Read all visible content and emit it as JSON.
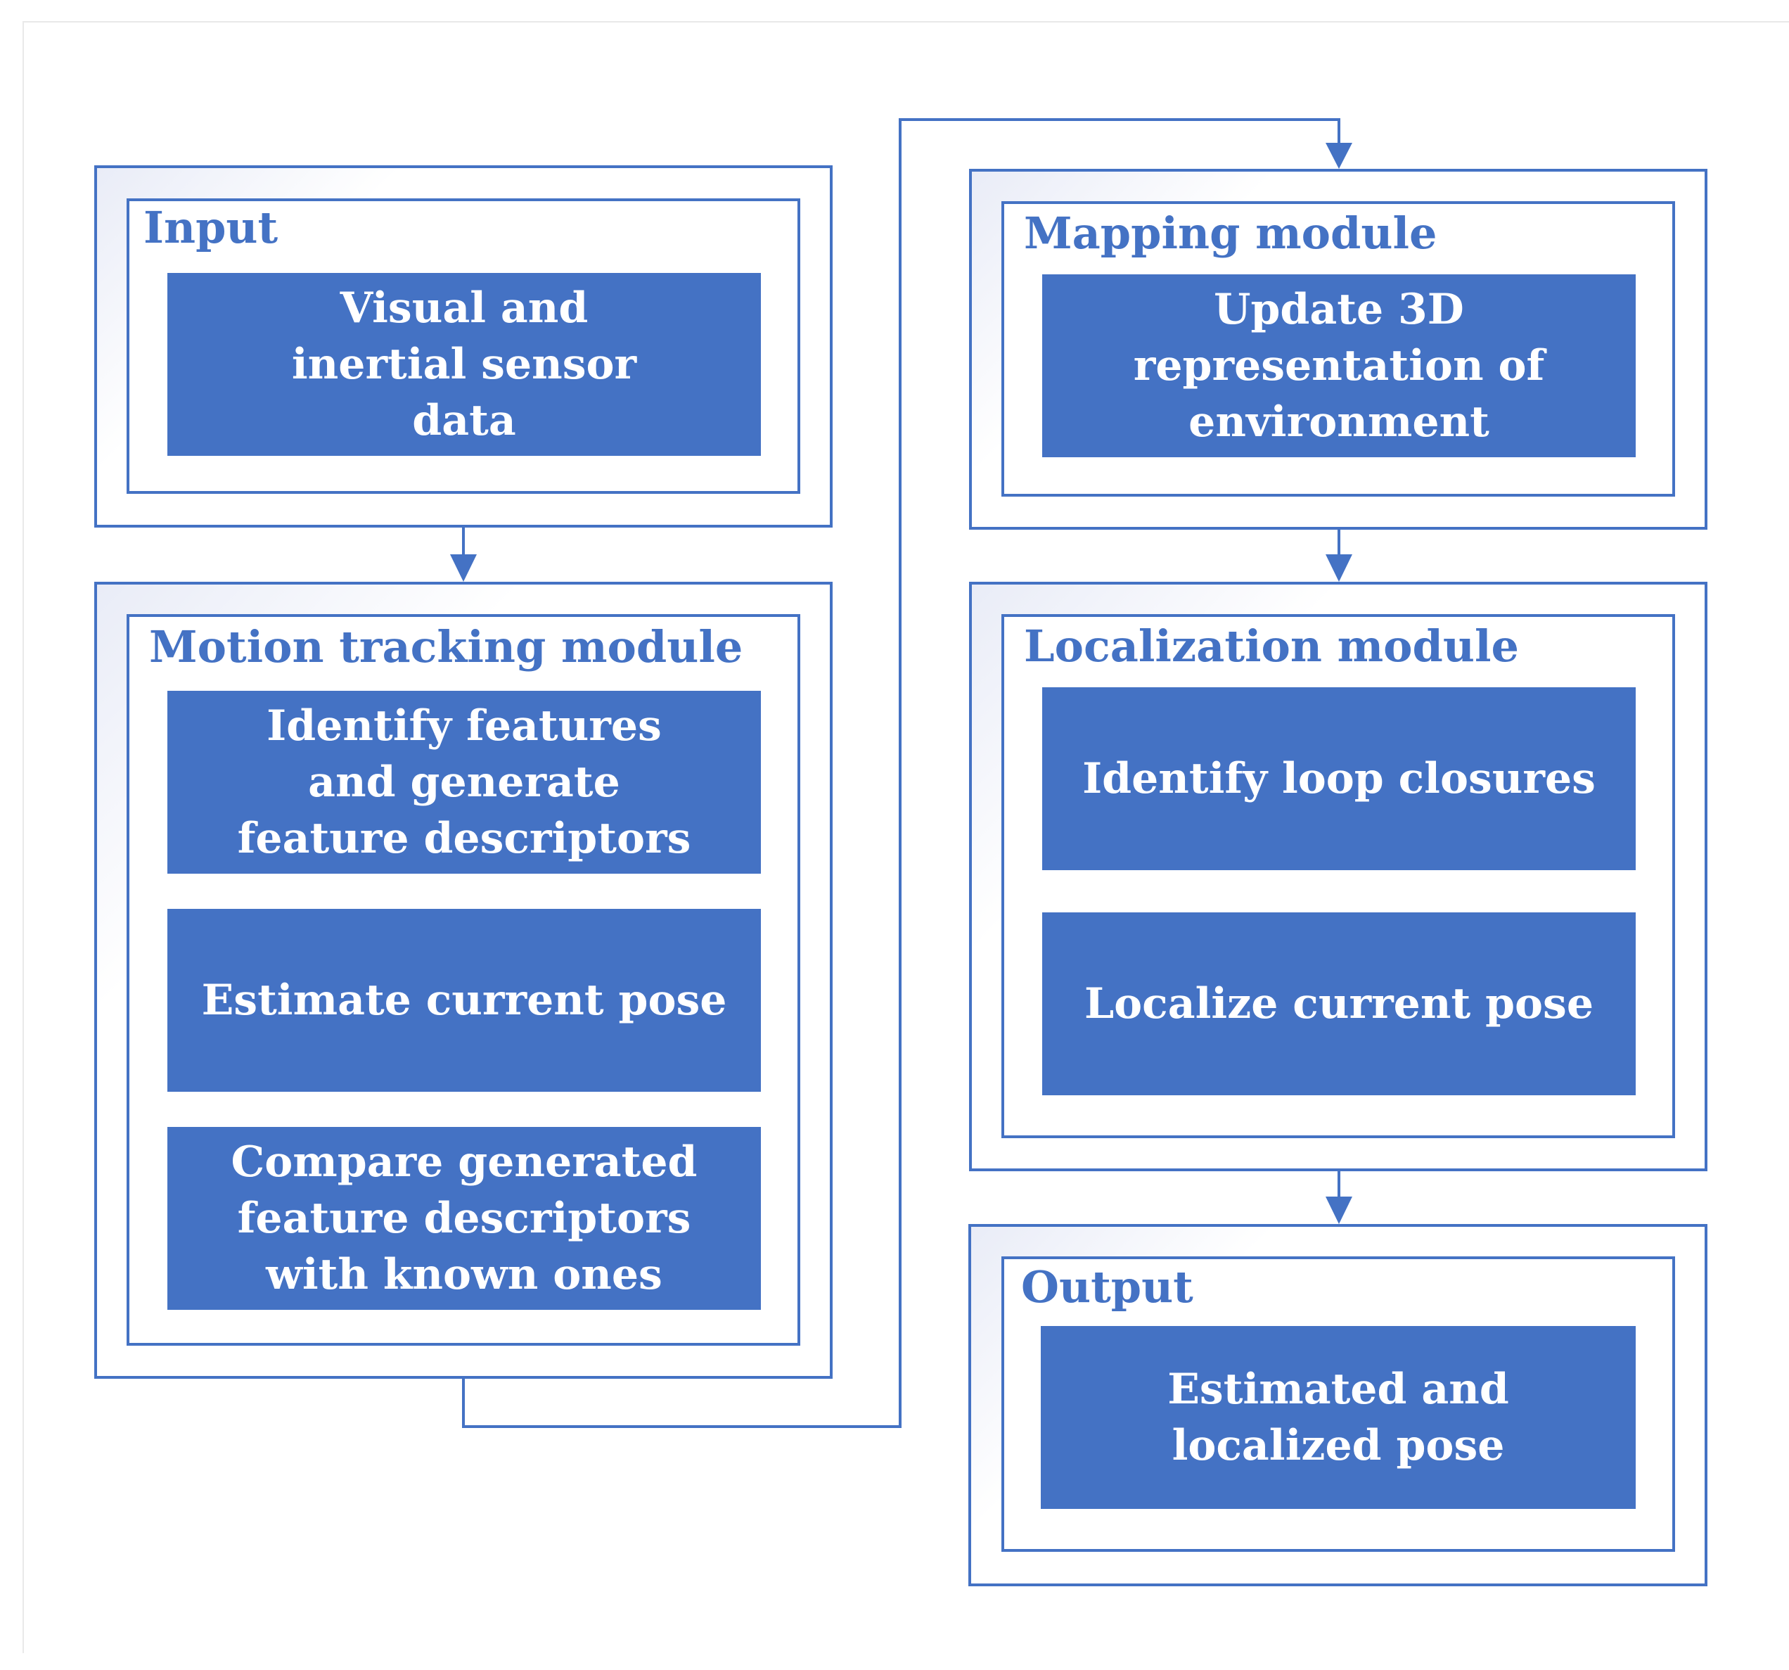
{
  "modules": {
    "input": {
      "title": "Input",
      "steps": [
        "Visual and inertial sensor data"
      ]
    },
    "motion_tracking": {
      "title": "Motion tracking module",
      "steps": [
        "Identify features and generate feature descriptors",
        "Estimate current pose",
        "Compare generated feature descriptors with known ones"
      ]
    },
    "mapping": {
      "title": "Mapping module",
      "steps": [
        "Update 3D representation of environment"
      ]
    },
    "localization": {
      "title": "Localization module",
      "steps": [
        "Identify loop closures",
        "Localize current pose"
      ]
    },
    "output": {
      "title": "Output",
      "steps": [
        "Estimated and localized pose"
      ]
    }
  },
  "colors": {
    "accent": "#4472c4",
    "box_fill": "#4472c4",
    "box_text": "#ffffff"
  }
}
